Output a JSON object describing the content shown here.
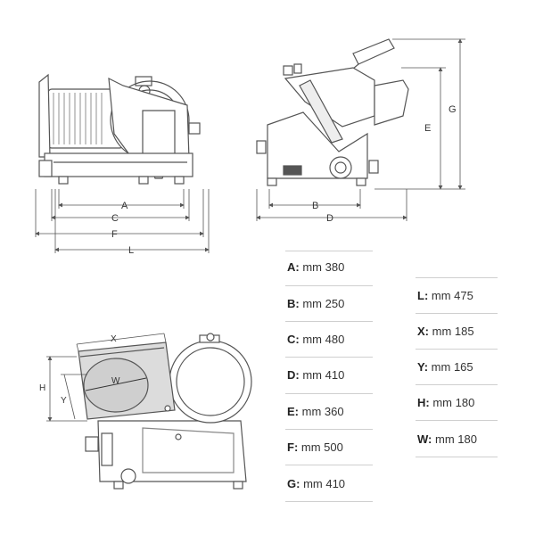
{
  "drawing_labels": {
    "side_view": {
      "A": "A",
      "C": "C",
      "F": "F",
      "L": "L"
    },
    "front_view": {
      "B": "B",
      "D": "D",
      "E": "E",
      "G": "G"
    },
    "top_view": {
      "X": "X",
      "W": "W",
      "Y": "Y",
      "H": "H"
    }
  },
  "specs_left": [
    {
      "key": "A:",
      "value": "mm 380"
    },
    {
      "key": "B:",
      "value": "mm 250"
    },
    {
      "key": "C:",
      "value": "mm 480"
    },
    {
      "key": "D:",
      "value": "mm 410"
    },
    {
      "key": "E:",
      "value": "mm 360"
    },
    {
      "key": "F:",
      "value": "mm 500"
    },
    {
      "key": "G:",
      "value": "mm 410"
    }
  ],
  "specs_right": [
    {
      "key": "L:",
      "value": "mm 475"
    },
    {
      "key": "X:",
      "value": "mm 185"
    },
    {
      "key": "Y:",
      "value": "mm 165"
    },
    {
      "key": "H:",
      "value": "mm 180"
    },
    {
      "key": "W:",
      "value": "mm 180"
    }
  ]
}
